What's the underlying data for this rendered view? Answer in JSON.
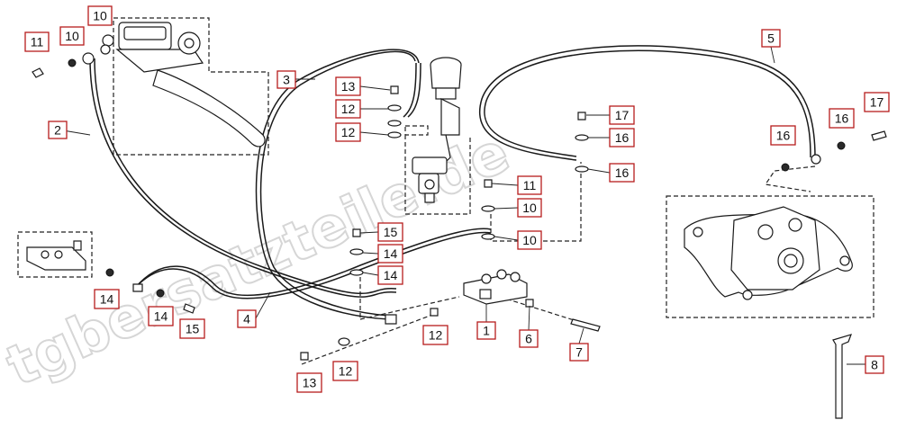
{
  "watermark": "tgbersatzteile.de",
  "callouts": [
    {
      "id": "c1",
      "label": "1"
    },
    {
      "id": "c2",
      "label": "2"
    },
    {
      "id": "c3",
      "label": "3"
    },
    {
      "id": "c4",
      "label": "4"
    },
    {
      "id": "c5",
      "label": "5"
    },
    {
      "id": "c6",
      "label": "6"
    },
    {
      "id": "c7",
      "label": "7"
    },
    {
      "id": "c8",
      "label": "8"
    },
    {
      "id": "c10a",
      "label": "10"
    },
    {
      "id": "c10b",
      "label": "10"
    },
    {
      "id": "c10c",
      "label": "10"
    },
    {
      "id": "c10d",
      "label": "10"
    },
    {
      "id": "c11a",
      "label": "11"
    },
    {
      "id": "c11b",
      "label": "11"
    },
    {
      "id": "c12a",
      "label": "12"
    },
    {
      "id": "c12b",
      "label": "12"
    },
    {
      "id": "c12c",
      "label": "12"
    },
    {
      "id": "c12d",
      "label": "12"
    },
    {
      "id": "c13a",
      "label": "13"
    },
    {
      "id": "c13b",
      "label": "13"
    },
    {
      "id": "c14a",
      "label": "14"
    },
    {
      "id": "c14b",
      "label": "14"
    },
    {
      "id": "c14c",
      "label": "14"
    },
    {
      "id": "c14d",
      "label": "14"
    },
    {
      "id": "c15a",
      "label": "15"
    },
    {
      "id": "c15b",
      "label": "15"
    },
    {
      "id": "c16a",
      "label": "16"
    },
    {
      "id": "c16b",
      "label": "16"
    },
    {
      "id": "c16c",
      "label": "16"
    },
    {
      "id": "c16d",
      "label": "16"
    },
    {
      "id": "c17a",
      "label": "17"
    },
    {
      "id": "c17b",
      "label": "17"
    }
  ]
}
